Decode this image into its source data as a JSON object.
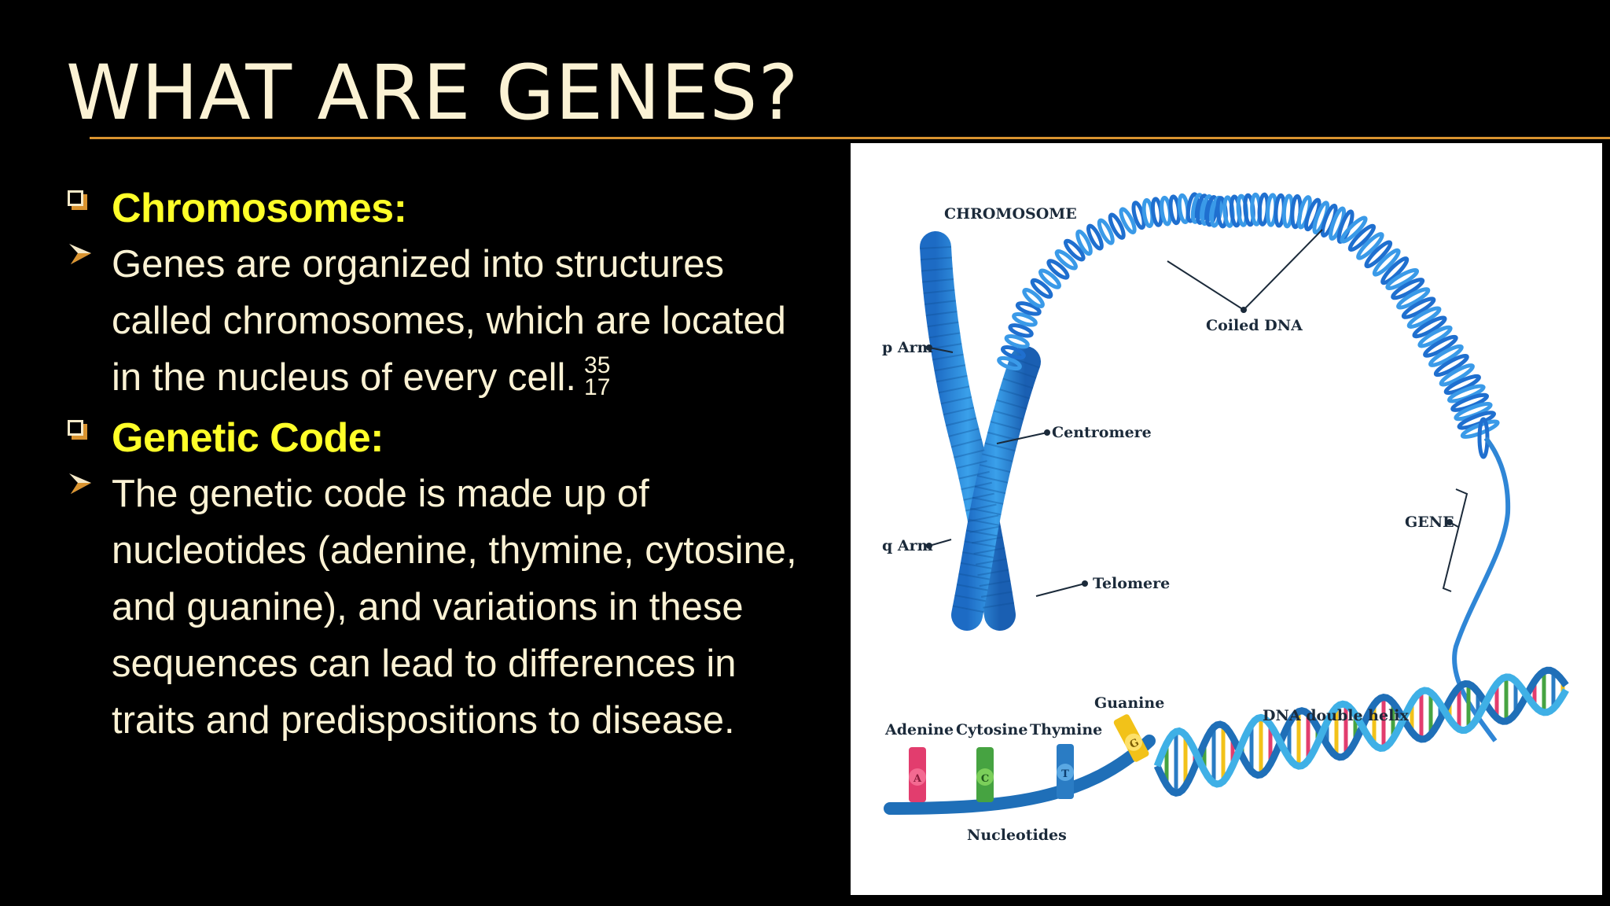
{
  "slide": {
    "title": "WHAT ARE GENES?",
    "colors": {
      "background": "#000000",
      "title": "#fbf2d4",
      "heading": "#ffff29",
      "body": "#fbf2d4",
      "rule": "#d9932f"
    },
    "items": [
      {
        "type": "heading",
        "marker": "checkbox-bullet-icon",
        "text": "Chromosomes:"
      },
      {
        "type": "body",
        "marker": "arrow-bullet-icon",
        "text": "Genes are organized into structures called chromosomes, which are located in the nucleus of every cell.",
        "citation": [
          "35",
          "17"
        ]
      },
      {
        "type": "heading",
        "marker": "checkbox-bullet-icon",
        "text": "Genetic Code:"
      },
      {
        "type": "body",
        "marker": "arrow-bullet-icon",
        "text": "The genetic code is made up of nucleotides (adenine, thymine, cytosine, and guanine), and variations in these sequences can lead to differences in traits and predispositions to disease."
      }
    ]
  },
  "diagram": {
    "labels": {
      "chromosome": "CHROMOSOME",
      "p_arm": "p Arm",
      "q_arm": "q Arm",
      "centromere": "Centromere",
      "telomere": "Telomere",
      "coiled_dna": "Coiled DNA",
      "gene": "GENE",
      "dna_double_helix": "DNA double helix",
      "nucleotides": "Nucleotides",
      "adenine": "Adenine",
      "cytosine": "Cytosine",
      "thymine": "Thymine",
      "guanine": "Guanine",
      "base_a": "A",
      "base_c": "C",
      "base_t": "T",
      "base_g": "G"
    }
  }
}
